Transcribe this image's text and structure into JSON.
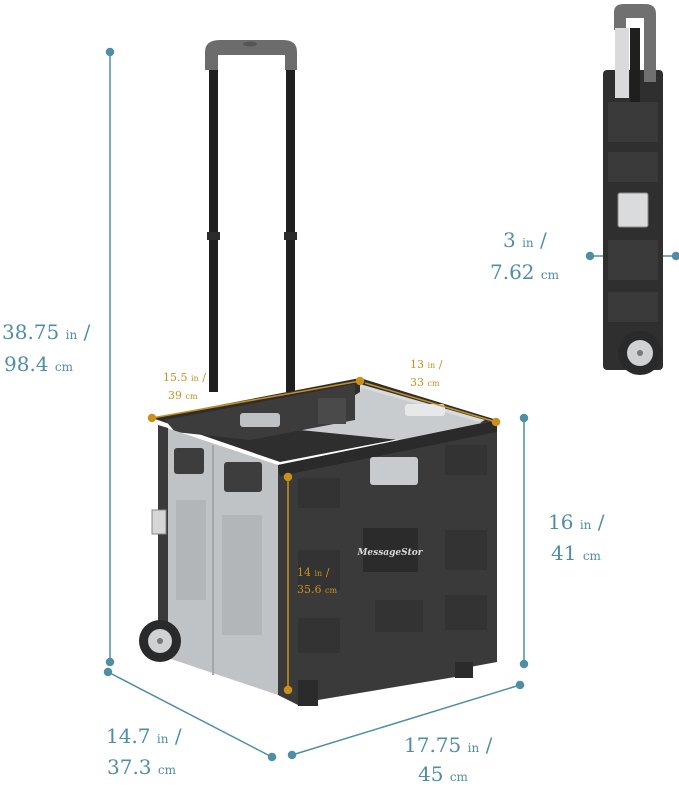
{
  "colors": {
    "dimension_teal": "#4f8ea5",
    "dimension_gold": "#c9911c",
    "cart_dark": "#3a3a3a",
    "cart_light": "#c3c6c8"
  },
  "brand": "MessageStor",
  "dimensions": {
    "height_total": {
      "in_value": "38.75",
      "in_unit": "in",
      "slash": "/",
      "cm_value": "98.4",
      "cm_unit": "cm"
    },
    "height_crate": {
      "in_value": "16",
      "in_unit": "in",
      "slash": "/",
      "cm_value": "41",
      "cm_unit": "cm"
    },
    "depth": {
      "in_value": "14.7",
      "in_unit": "in",
      "slash": "/",
      "cm_value": "37.3",
      "cm_unit": "cm"
    },
    "width": {
      "in_value": "17.75",
      "in_unit": "in",
      "slash": "/",
      "cm_value": "45",
      "cm_unit": "cm"
    },
    "folded": {
      "in_value": "3",
      "in_unit": "in",
      "slash": "/",
      "cm_value": "7.62",
      "cm_unit": "cm"
    },
    "inner_depth": {
      "in_value": "15.5",
      "in_unit": "in",
      "slash": "/",
      "cm_value": "39",
      "cm_unit": "cm"
    },
    "inner_width": {
      "in_value": "13",
      "in_unit": "in",
      "slash": "/",
      "cm_value": "33",
      "cm_unit": "cm"
    },
    "inner_height": {
      "in_value": "14",
      "in_unit": "in",
      "slash": "/",
      "cm_value": "35.6",
      "cm_unit": "cm"
    }
  }
}
